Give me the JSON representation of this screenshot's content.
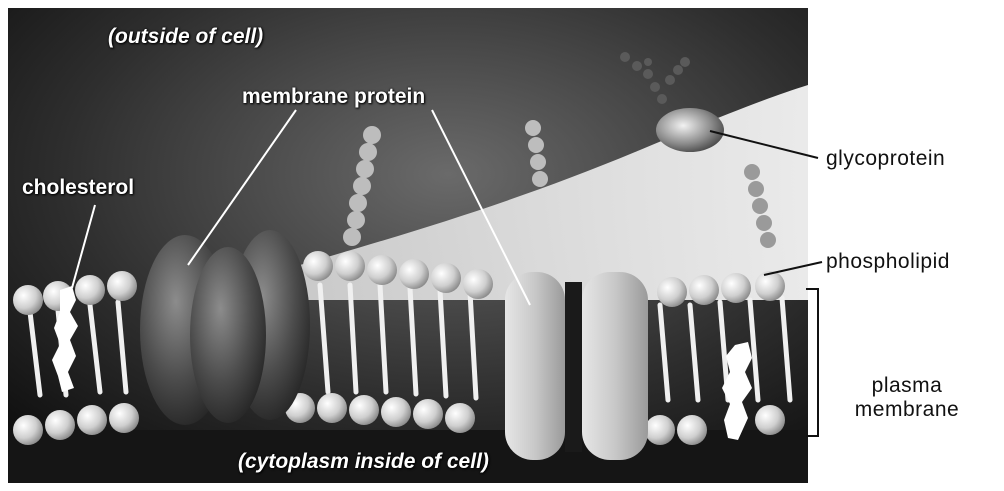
{
  "labels": {
    "outside": "(outside of cell)",
    "membrane_protein": "membrane protein",
    "cholesterol": "cholesterol",
    "glycoprotein": "glycoprotein",
    "phospholipid": "phospholipid",
    "plasma_membrane_line1": "plasma",
    "plasma_membrane_line2": "membrane",
    "cytoplasm": "(cytoplasm inside of cell)"
  },
  "colors": {
    "background_dark": "#1c1c1c",
    "lipid_head": "#d8d8d8",
    "protein_dark": "#5a5a5a",
    "protein_light": "#cfcfcf",
    "label_outside_text": "#111111",
    "label_inside_text": "#ffffff"
  }
}
